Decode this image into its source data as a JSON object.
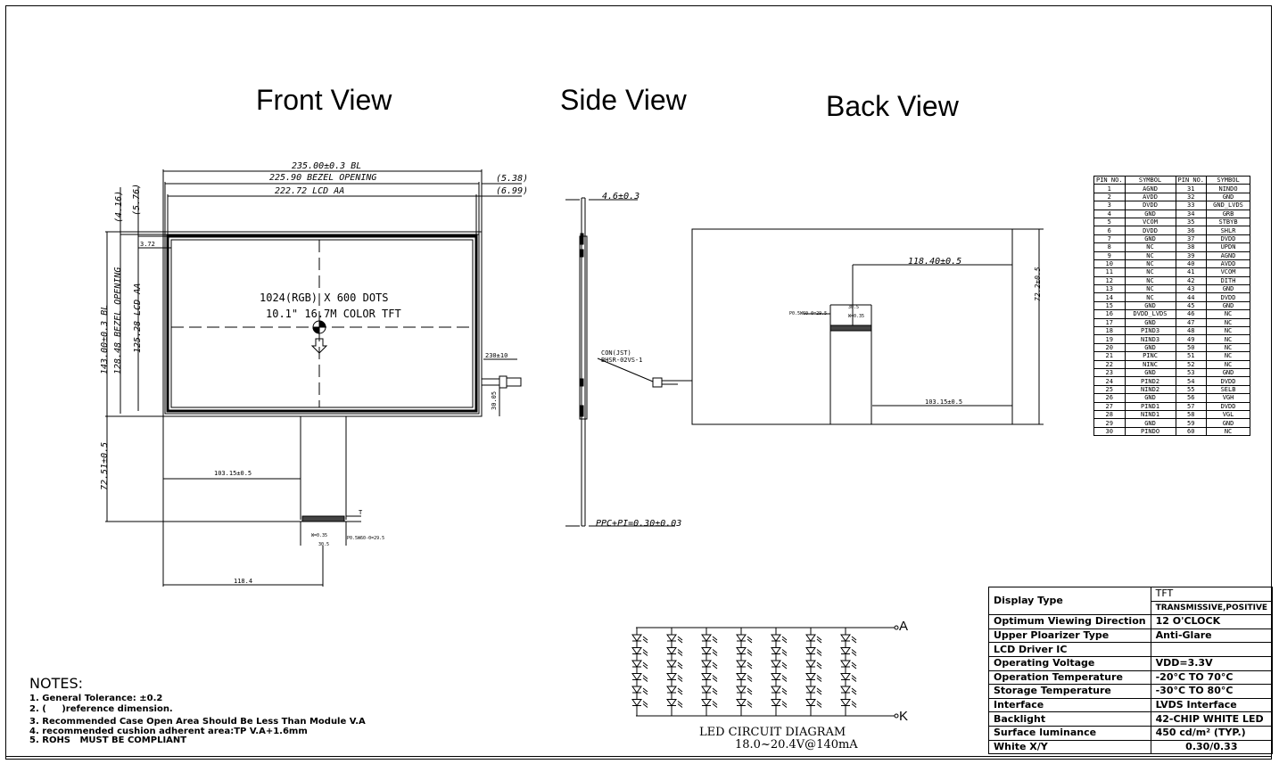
{
  "titles": {
    "front": "Front View",
    "side": "Side View",
    "back": "Back View"
  },
  "front": {
    "dim_bl_width": "235.00±0.3 BL",
    "dim_bezel_width": "225.90 BEZEL OPENING",
    "dim_aa_width": "222.72 LCD AA",
    "dim_right_1": "(5.38)",
    "dim_right_2": "(6.99)",
    "dim_left_1": "(4.16)",
    "dim_left_2": "(5.76)",
    "dim_bl_height": "143.00±0.3 BL",
    "dim_bezel_height": "128.48 BEZEL OPENING",
    "dim_aa_height": "125.28 LCD AA",
    "dim_372": "3.72",
    "resolution_text": "1024(RGB) X 600 DOTS",
    "panel_text": "10.1\" 16.7M COLOR TFT",
    "dim_cable_len": "230±10",
    "dim_3005": "30.05",
    "dim_fpc_h": "72.51±0.5",
    "dim_fpc_x": "103.15±0.5",
    "dim_fpc_w": "118.4",
    "fpc_small_1": "W=0.35",
    "fpc_small_2": "P0.5W60-0=29.5",
    "fpc_small_3": "30.5",
    "fpc_small_4": "T"
  },
  "side": {
    "thickness": "4.6±0.3",
    "connector_1": "CON(JST)",
    "connector_2": "BHSR-02VS-1",
    "ppc_pi": "PPC+PI=0.30±0.03"
  },
  "back": {
    "dim_11840": "118.40±0.5",
    "dim_722": "72.2±0.5",
    "dim_10315": "103.15±0.5",
    "small_1": "P0.5W60-0=29.5",
    "small_2": "W=0.35",
    "small_3": "30.5"
  },
  "pin_table": {
    "headers": [
      "PIN NO.",
      "SYMBOL",
      "PIN NO.",
      "SYMBOL"
    ],
    "rows": [
      [
        "1",
        "AGND",
        "31",
        "NINDO"
      ],
      [
        "2",
        "AVDD",
        "32",
        "GND"
      ],
      [
        "3",
        "DVDD",
        "33",
        "GND_LVDS"
      ],
      [
        "4",
        "GND",
        "34",
        "GRB"
      ],
      [
        "5",
        "VCOM",
        "35",
        "STBYB"
      ],
      [
        "6",
        "DVDD",
        "36",
        "SHLR"
      ],
      [
        "7",
        "GND",
        "37",
        "DVDD"
      ],
      [
        "8",
        "NC",
        "38",
        "UPDN"
      ],
      [
        "9",
        "NC",
        "39",
        "AGND"
      ],
      [
        "10",
        "NC",
        "40",
        "AVDD"
      ],
      [
        "11",
        "NC",
        "41",
        "VCOM"
      ],
      [
        "12",
        "NC",
        "42",
        "DITH"
      ],
      [
        "13",
        "NC",
        "43",
        "GND"
      ],
      [
        "14",
        "NC",
        "44",
        "DVDD"
      ],
      [
        "15",
        "GND",
        "45",
        "GND"
      ],
      [
        "16",
        "DVDD_LVDS",
        "46",
        "NC"
      ],
      [
        "17",
        "GND",
        "47",
        "NC"
      ],
      [
        "18",
        "PIND3",
        "48",
        "NC"
      ],
      [
        "19",
        "NIND3",
        "49",
        "NC"
      ],
      [
        "20",
        "GND",
        "50",
        "NC"
      ],
      [
        "21",
        "PINC",
        "51",
        "NC"
      ],
      [
        "22",
        "NINC",
        "52",
        "NC"
      ],
      [
        "23",
        "GND",
        "53",
        "GND"
      ],
      [
        "24",
        "PIND2",
        "54",
        "DVDD"
      ],
      [
        "25",
        "NIND2",
        "55",
        "SELB"
      ],
      [
        "26",
        "GND",
        "56",
        "VGH"
      ],
      [
        "27",
        "PIND1",
        "57",
        "DVDD"
      ],
      [
        "28",
        "NIND1",
        "58",
        "VGL"
      ],
      [
        "29",
        "GND",
        "59",
        "GND"
      ],
      [
        "30",
        "PINDO",
        "60",
        "NC"
      ]
    ]
  },
  "spec_table": {
    "display_type_label": "Display Type",
    "display_type_value_1": "TFT",
    "display_type_value_2": "TRANSMISSIVE,POSITIVE",
    "rows": [
      {
        "label": "Optimum Viewing Direction",
        "value": "12 O'CLOCK"
      },
      {
        "label": "Upper Ploarizer Type",
        "value": "Anti-Glare"
      },
      {
        "label": "LCD Driver IC",
        "value": ""
      },
      {
        "label": "Operating Voltage",
        "value": "VDD=3.3V"
      },
      {
        "label": "Operation Temperature",
        "value": "-20°C TO 70°C"
      },
      {
        "label": "Storage Temperature",
        "value": "-30°C TO 80°C"
      },
      {
        "label": "Interface",
        "value": "LVDS Interface"
      },
      {
        "label": "Backlight",
        "value": "42-CHIP WHITE LED"
      },
      {
        "label": "Surface luminance",
        "value": "450 cd/m² (TYP.)"
      },
      {
        "label": "White X/Y",
        "value": "0.30/0.33"
      }
    ]
  },
  "notes": {
    "title": "NOTES:",
    "lines": [
      "1. General Tolerance: ±0.2",
      "2. (     )reference dimension.",
      "3. Recommended Case Open Area Should Be Less Than Module V.A",
      "4. recommended cushion adherent area:TP V.A+1.6mm",
      "5. ROHS   MUST BE COMPLIANT"
    ]
  },
  "led": {
    "anode": "A",
    "cathode": "K",
    "caption_1": "LED CIRCUIT DIAGRAM",
    "caption_2": "18.0~20.4V@140mA",
    "strings": 7,
    "leds_per_string": 6
  }
}
